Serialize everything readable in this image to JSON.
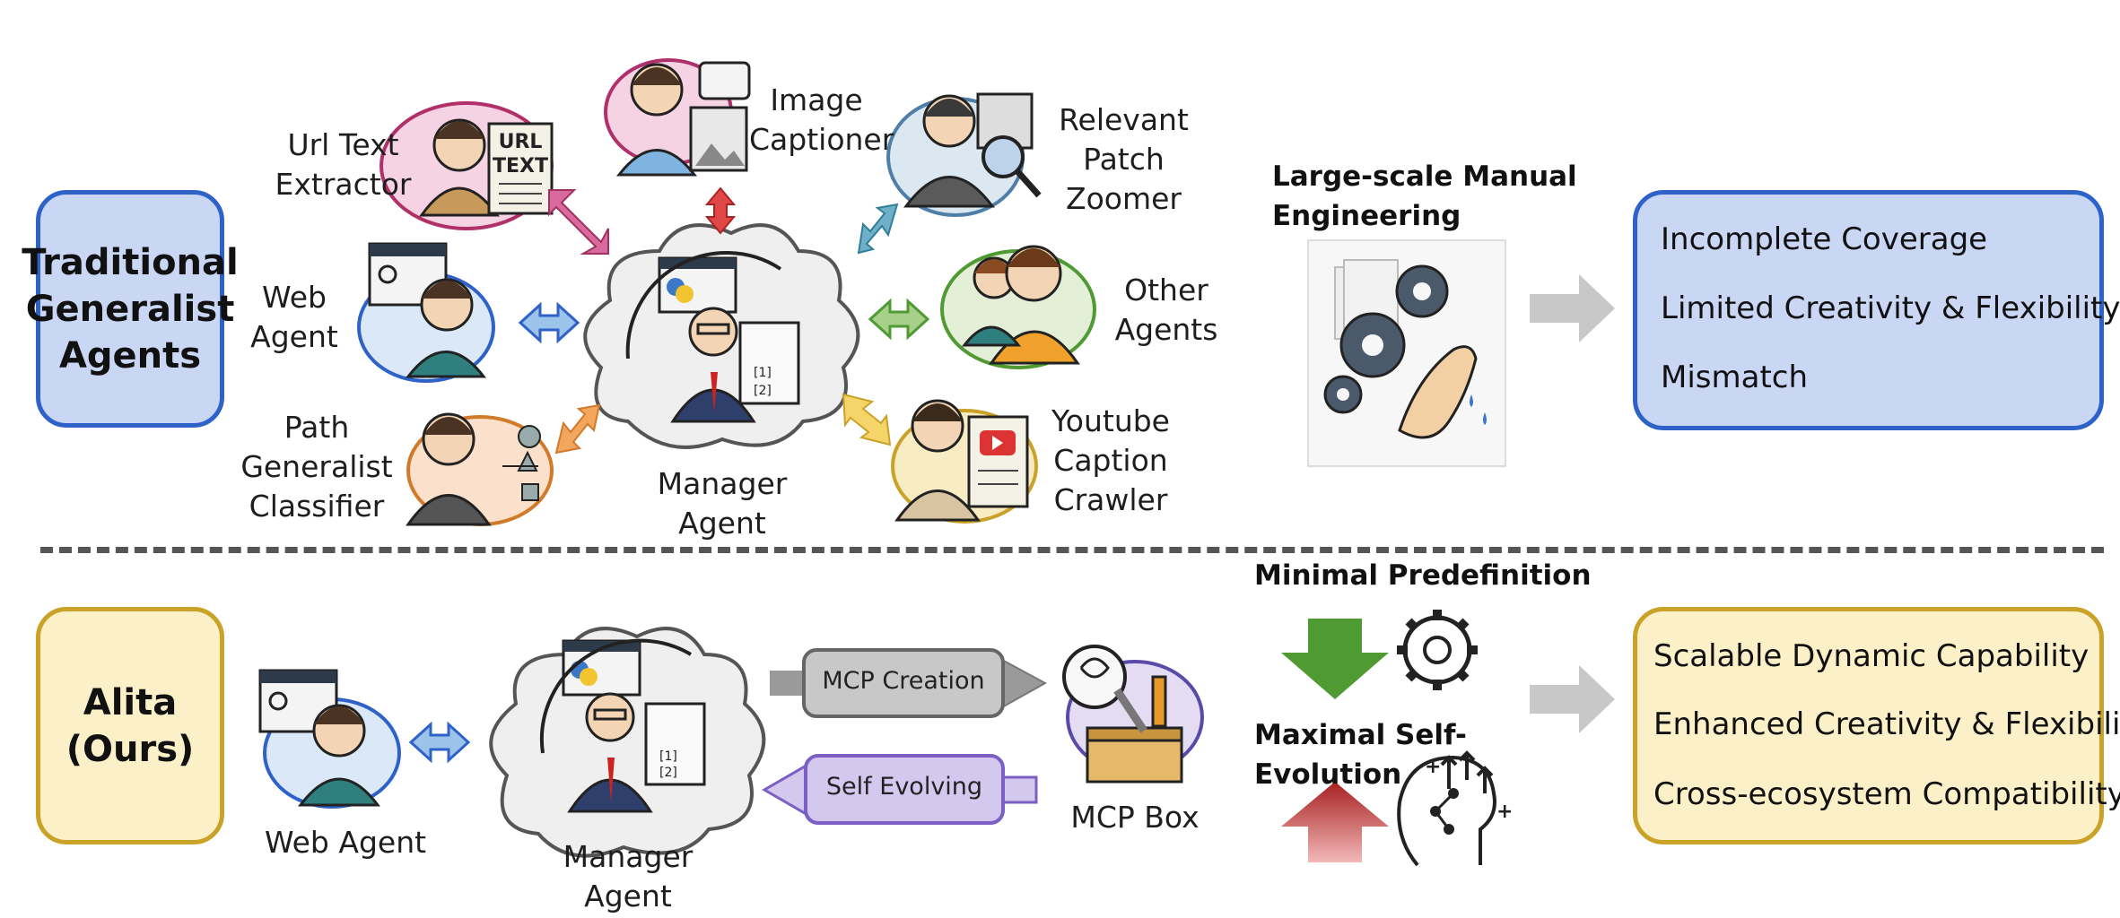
{
  "top": {
    "category": "Traditional\nGeneralist\nAgents",
    "agents": {
      "url_text_extractor": "Url Text\nExtractor",
      "url_text_doc": "URL\nTEXT",
      "image_captioner": "Image\nCaptioner",
      "relevant_patch_zoomer": "Relevant\nPatch\nZoomer",
      "web_agent": "Web\nAgent",
      "other_agents": "Other\nAgents",
      "path_generalist_classifier": "Path\nGeneralist\nClassifier",
      "youtube_caption_crawler": "Youtube\nCaption\nCrawler",
      "manager_agent": "Manager Agent"
    },
    "engineering_heading": "Large-scale Manual\nEngineering",
    "results": [
      "Incomplete Coverage",
      "Limited Creativity & Flexibility",
      "Mismatch"
    ]
  },
  "bottom": {
    "category": "Alita\n(Ours)",
    "web_agent": "Web Agent",
    "manager_agent": "Manager Agent",
    "mcp_creation": "MCP Creation",
    "self_evolving": "Self Evolving",
    "mcp_box": "MCP Box",
    "minimal_predefinition": "Minimal Predefinition",
    "maximal_self_evolution": "Maximal Self-Evolution",
    "results": [
      "Scalable Dynamic Capability",
      "Enhanced Creativity & Flexibility",
      "Cross-ecosystem Compatibility"
    ]
  },
  "colors": {
    "top_box_fill": "#c9d7f5",
    "top_box_border": "#2f62c9",
    "bottom_box_fill": "#fcf0c8",
    "bottom_box_border": "#c9a227",
    "mcp_creation_fill": "#c8c8c8",
    "self_evolving_fill": "#d4c8ef",
    "self_evolving_border": "#7b5fc4",
    "down_arrow": "#4f9a33",
    "up_arrow": "#b03030"
  }
}
